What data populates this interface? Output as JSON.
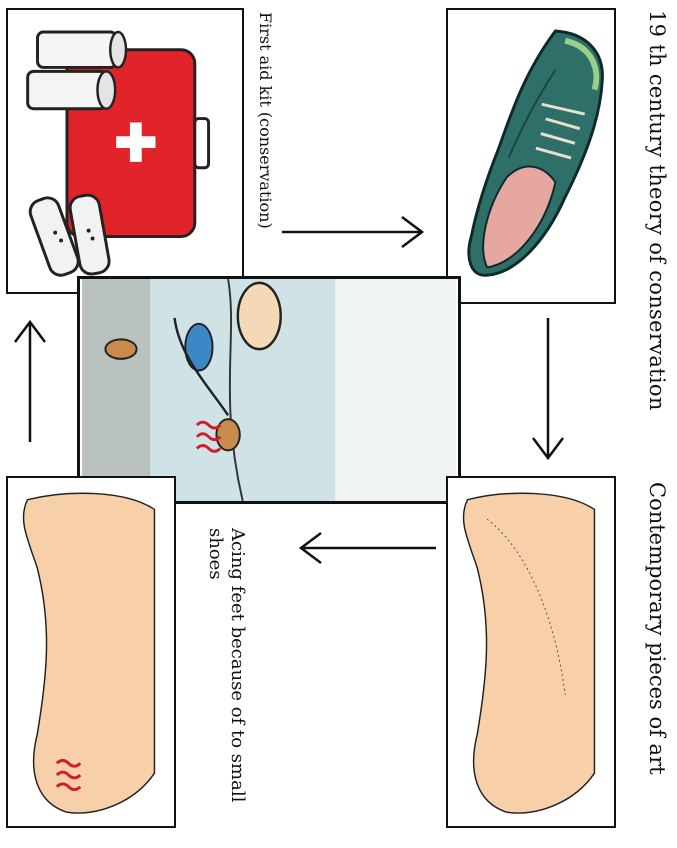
{
  "captions": {
    "nineteenth_century": "19 th century theory of conservation",
    "first_aid": "First aid kit (conservation)",
    "contemporary": "Contemporary pieces of art",
    "aching_feet": "Acing feet because of to small shoes"
  },
  "colors": {
    "kit_red": "#e0242a",
    "skin": "#f7cfa8",
    "shoe_teal": "#2f6f6a",
    "shoe_pink": "#e6a7a0",
    "pain_marks": "#d01e2b",
    "comic_bg": "#cfe3e6"
  },
  "icons": [
    "shoe-icon",
    "first-aid-kit-icon",
    "bandage-roll-icon",
    "plaster-icon",
    "foot-icon",
    "comic-character-icon",
    "pain-marks-icon"
  ]
}
